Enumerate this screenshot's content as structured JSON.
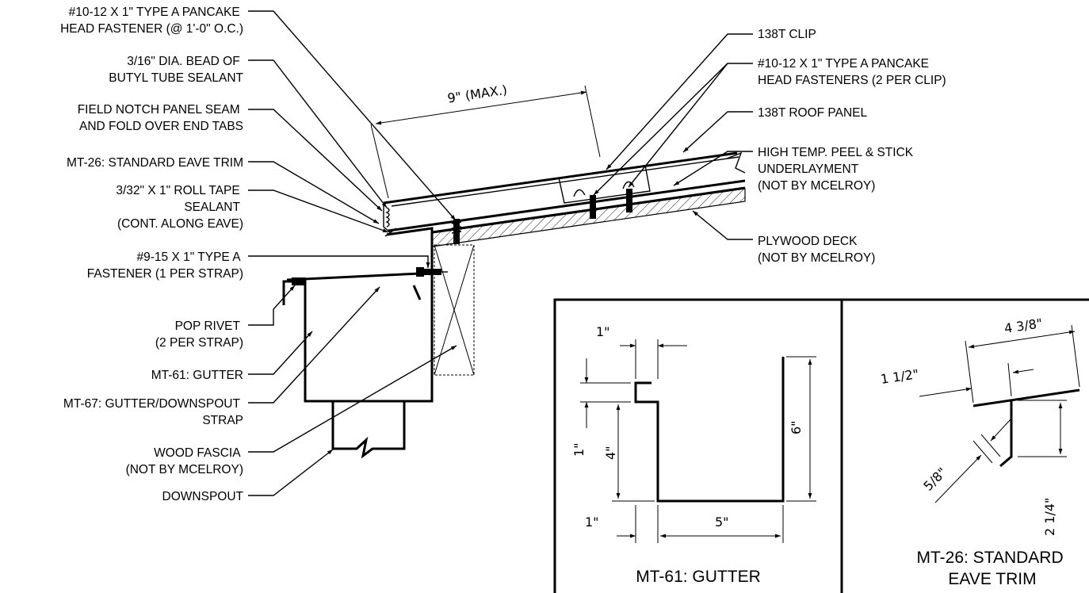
{
  "callouts_left": [
    {
      "id": "fastener-pancake-head",
      "lines": [
        "#10-12 X 1\" TYPE A PANCAKE",
        "HEAD FASTENER (@ 1'-0\" O.C.)"
      ]
    },
    {
      "id": "butyl-sealant",
      "lines": [
        "3/16\" DIA. BEAD OF",
        "BUTYL TUBE SEALANT"
      ]
    },
    {
      "id": "field-notch",
      "lines": [
        "FIELD NOTCH PANEL SEAM",
        "AND FOLD OVER END TABS"
      ]
    },
    {
      "id": "eave-trim",
      "lines": [
        "MT-26: STANDARD EAVE TRIM"
      ]
    },
    {
      "id": "roll-tape",
      "lines": [
        "3/32\" X 1\" ROLL TAPE",
        "SEALANT",
        "(CONT. ALONG EAVE)"
      ]
    },
    {
      "id": "strap-fastener",
      "lines": [
        "#9-15  X 1\" TYPE A",
        "FASTENER (1 PER STRAP)"
      ]
    },
    {
      "id": "pop-rivet",
      "lines": [
        "POP RIVET",
        "(2 PER STRAP)"
      ]
    },
    {
      "id": "gutter",
      "lines": [
        "MT-61: GUTTER"
      ]
    },
    {
      "id": "gutter-strap",
      "lines": [
        "MT-67: GUTTER/DOWNSPOUT",
        "STRAP"
      ]
    },
    {
      "id": "wood-fascia",
      "lines": [
        "WOOD FASCIA",
        "(NOT BY MCELROY)"
      ]
    },
    {
      "id": "downspout",
      "lines": [
        "DOWNSPOUT"
      ]
    }
  ],
  "callouts_right": [
    {
      "id": "clip",
      "lines": [
        "138T CLIP"
      ]
    },
    {
      "id": "clip-fasteners",
      "lines": [
        "#10-12 X 1\" TYPE A PANCAKE",
        "HEAD FASTENERS (2 PER CLIP)"
      ]
    },
    {
      "id": "roof-panel",
      "lines": [
        "138T ROOF PANEL"
      ]
    },
    {
      "id": "underlayment",
      "lines": [
        "HIGH TEMP. PEEL & STICK",
        "UNDERLAYMENT",
        "(NOT BY MCELROY)"
      ]
    },
    {
      "id": "plywood-deck",
      "lines": [
        "PLYWOOD DECK",
        "(NOT BY MCELROY)"
      ]
    }
  ],
  "main_dimension": "9\"  (MAX.)",
  "gutter_detail": {
    "title": "MT-61: GUTTER",
    "dim_top": "1\"",
    "dim_lip": "1\"",
    "dim_side": "4\"",
    "dim_height": "6\"",
    "dim_bottom_left": "1\"",
    "dim_width": "5\""
  },
  "eave_detail": {
    "title_lines": [
      "MT-26: STANDARD",
      "EAVE TRIM"
    ],
    "dim_top": "4  3/8\"",
    "dim_left": "1  1/2\"",
    "dim_diag": "5/8\"",
    "dim_height": "2  1/4\""
  }
}
